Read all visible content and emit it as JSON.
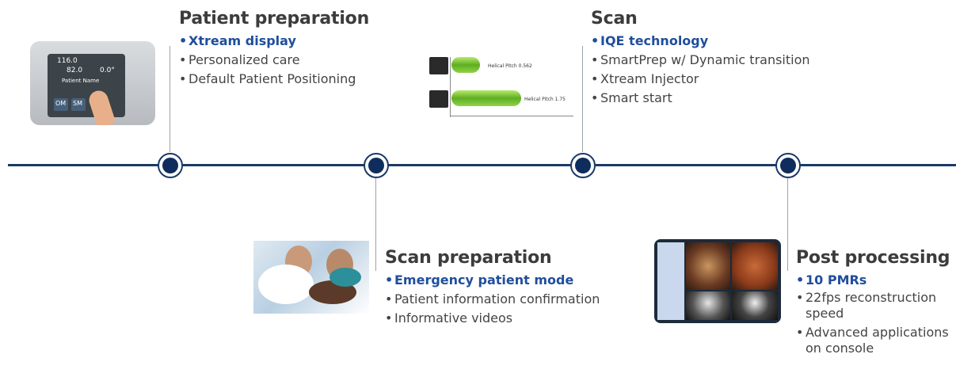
{
  "stages": [
    {
      "title": "Patient preparation",
      "bullets": [
        {
          "text": "Xtream display",
          "highlight": true
        },
        {
          "text": "Personalized care",
          "highlight": false
        },
        {
          "text": "Default Patient Positioning",
          "highlight": false
        }
      ]
    },
    {
      "title": "Scan preparation",
      "bullets": [
        {
          "text": "Emergency patient mode",
          "highlight": true
        },
        {
          "text": "Patient information confirmation",
          "highlight": false
        },
        {
          "text": "Informative videos",
          "highlight": false
        }
      ]
    },
    {
      "title": "Scan",
      "bullets": [
        {
          "text": "IQE technology",
          "highlight": true
        },
        {
          "text": "SmartPrep w/ Dynamic transition",
          "highlight": false
        },
        {
          "text": "Xtream Injector",
          "highlight": false
        },
        {
          "text": "Smart start",
          "highlight": false
        }
      ]
    },
    {
      "title": "Post processing",
      "bullets": [
        {
          "text": "10 PMRs",
          "highlight": true
        },
        {
          "text": "22fps reconstruction speed",
          "highlight": false
        },
        {
          "text": "Advanced applications on console",
          "highlight": false
        }
      ]
    }
  ],
  "device_display": {
    "value_1": "116.0",
    "value_2": "82.0",
    "value_3": "0.0°",
    "name_label": "Patient Name",
    "btn_1": "OM",
    "btn_2": "SM"
  },
  "pitch_chart": {
    "label_1": "Helical Pitch 0.562",
    "label_2": "Helical Pitch 1.75"
  },
  "colors": {
    "timeline": "#1b3a66",
    "highlight": "#1f4e9c",
    "title": "#3c3c3c"
  }
}
